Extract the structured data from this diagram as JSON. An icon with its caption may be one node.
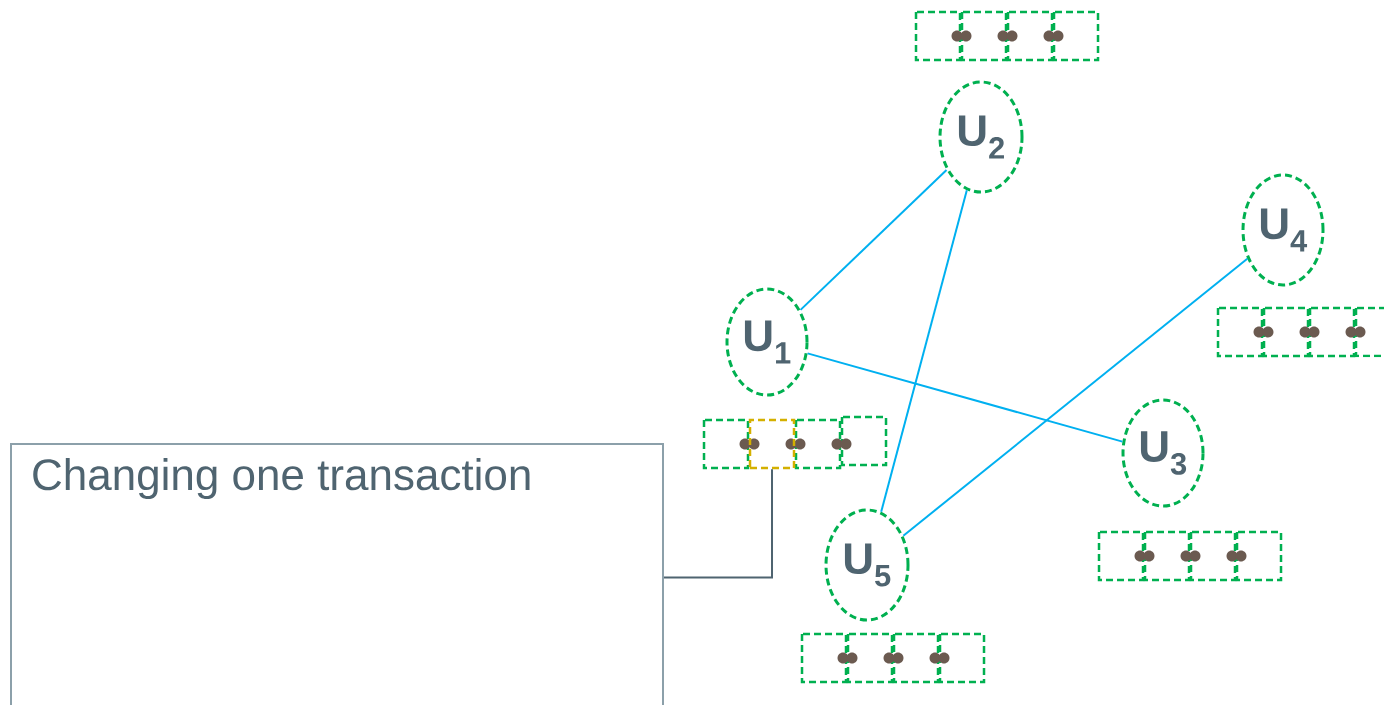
{
  "diagram": {
    "nodes": [
      {
        "text": [
          "U$_{1}$"
        ]
      },
      {
        "text": [
          "U$_{2}$"
        ]
      },
      {
        "text": [
          "U$_{3}$"
        ]
      },
      {
        "text": [
          "U$_{4}$"
        ]
      },
      {
        "text": [
          "U$_{5}$"
        ]
      },
      {
        "text": [
          "Changing one transaction"
        ]
      },
      {
        "text": [],
        "shape": "box"
      }
    ],
    "edges": [
      {
        "from": 0,
        "to": 1,
        "arrow": "none"
      },
      {
        "from": 0,
        "to": 2,
        "arrow": "none"
      },
      {
        "from": 1,
        "to": 4,
        "arrow": "none"
      },
      {
        "from": 3,
        "to": 4,
        "arrow": "none"
      },
      {
        "from": 5,
        "to": 6,
        "arrow": "none",
        "color": "#4f6470"
      }
    ]
  }
}
